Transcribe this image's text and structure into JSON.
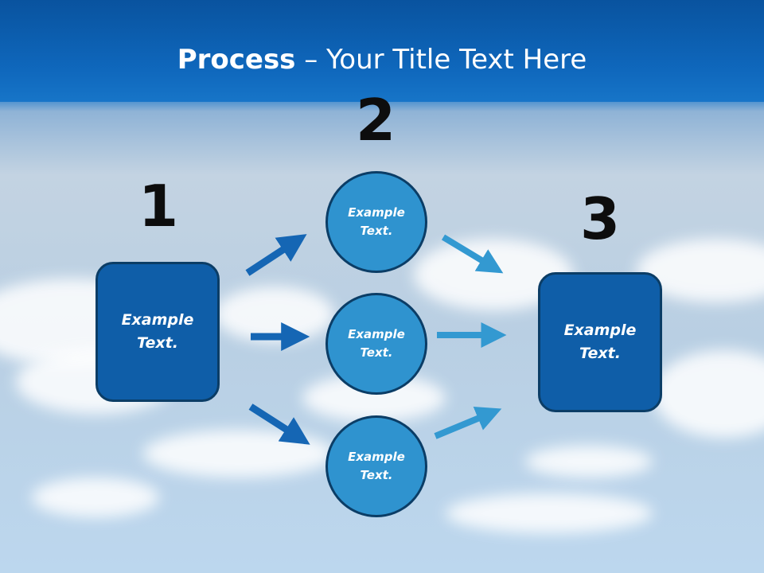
{
  "title": {
    "bold": "Process",
    "rest": " – Your Title Text Here"
  },
  "steps": {
    "n1": "1",
    "n2": "2",
    "n3": "3"
  },
  "left_box": {
    "line1": "Example",
    "line2": "Text."
  },
  "circles": [
    {
      "line1": "Example",
      "line2": "Text."
    },
    {
      "line1": "Example",
      "line2": "Text."
    },
    {
      "line1": "Example",
      "line2": "Text."
    }
  ],
  "right_box": {
    "line1": "Example",
    "line2": "Text."
  },
  "colors": {
    "header": "#0f68bd",
    "box_fill": "#0f5ea8",
    "circle_fill": "#2f93cf",
    "outline": "#0b3d66",
    "arrow_left": "#1566b4",
    "arrow_right": "#3399d1"
  }
}
